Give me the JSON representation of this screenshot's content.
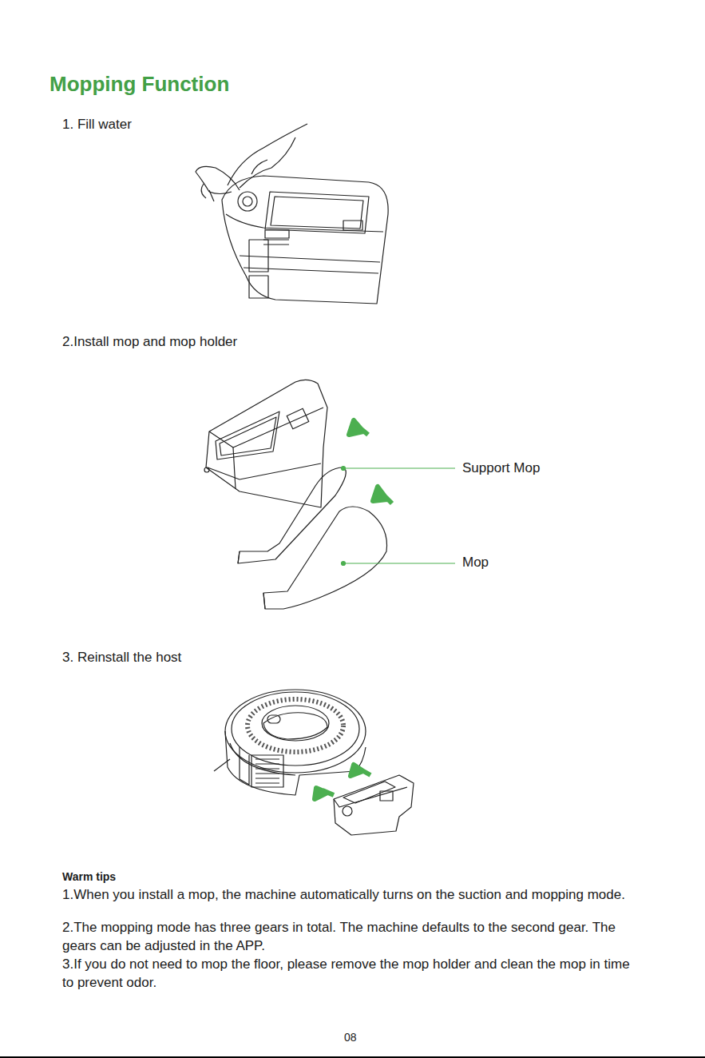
{
  "diagram": {
    "title": "Mopping Function",
    "labels": [
      "1. Fill water",
      "2.Install mop and mop holder",
      "Support Mop",
      "Mop",
      "3. Reinstall the host",
      "Warm tips",
      "1.When you install a mop, the machine automatically turns on the suction and mopping mode.",
      "2.The mopping mode has three gears in total. The machine defaults to the second gear. The gears can be adjusted in the APP.",
      "3.If you do not need to mop the floor, please remove the mop holder and clean the mop in time to prevent odor.",
      "08"
    ]
  }
}
